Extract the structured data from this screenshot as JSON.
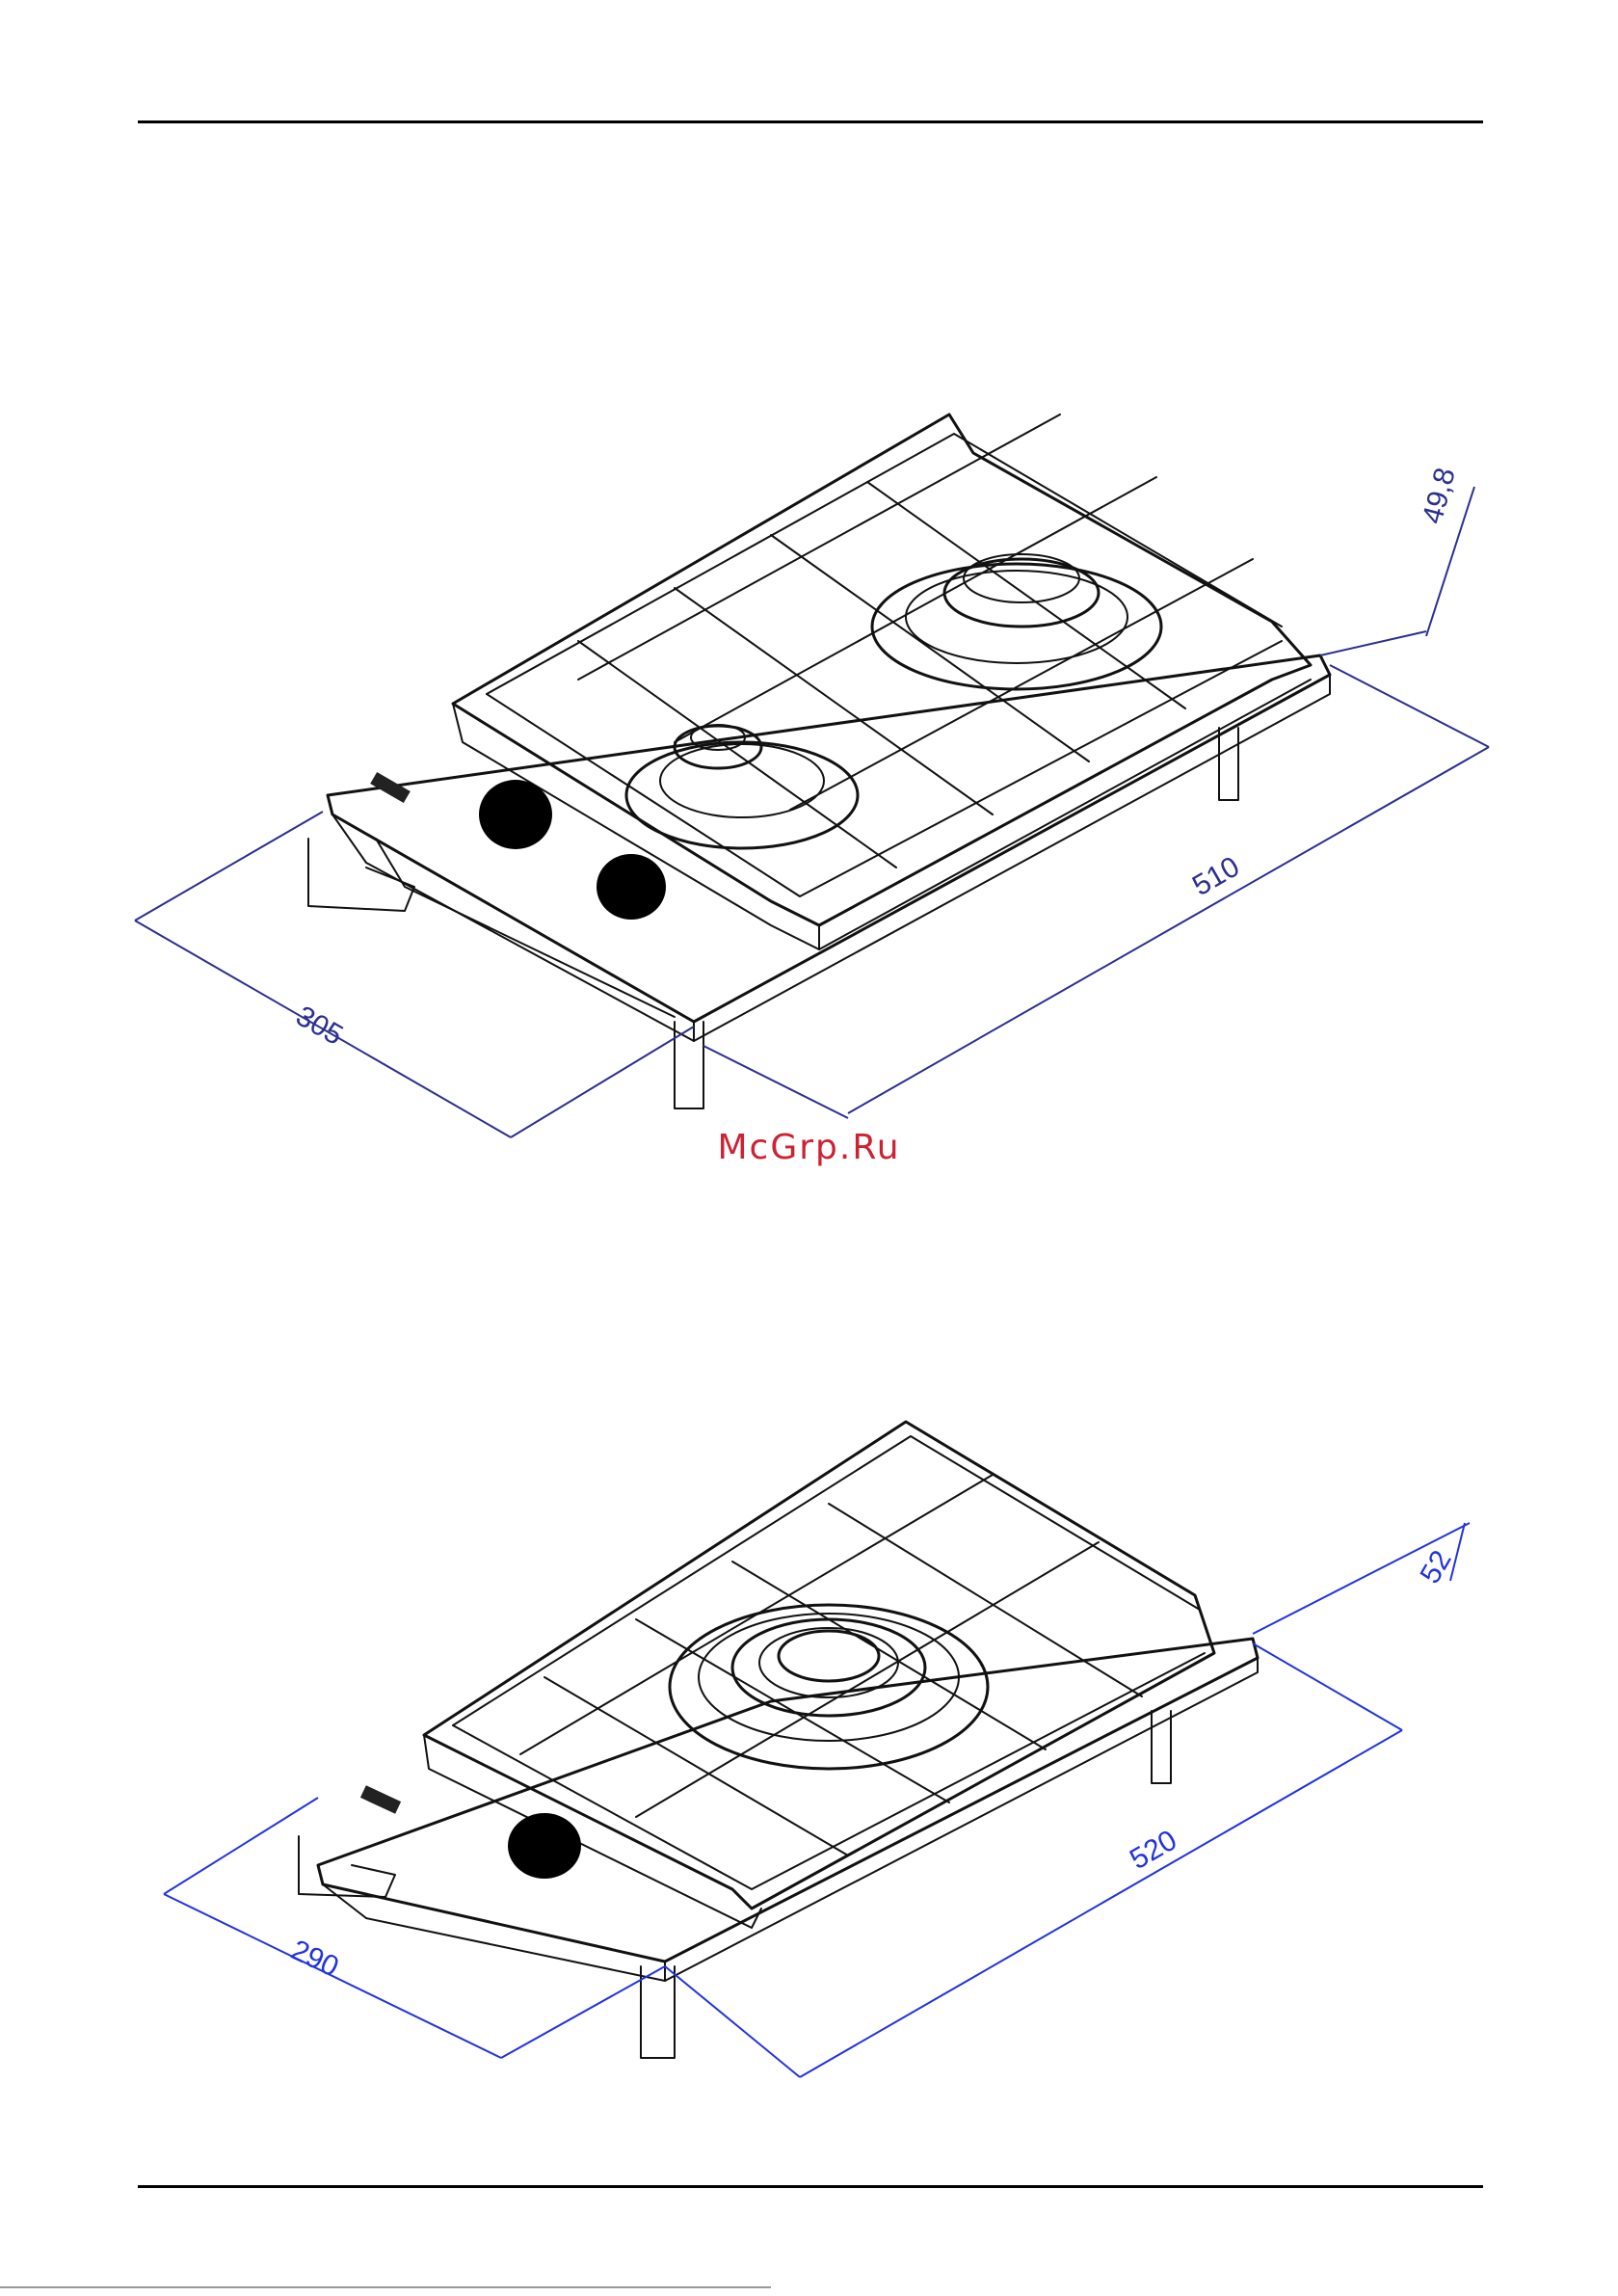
{
  "watermark": "McGrp.Ru",
  "colors": {
    "dimension": "#2b2f8f",
    "dimension_blue": "#2233dd",
    "watermark": "#cc2233",
    "line": "#111111"
  },
  "figure_top": {
    "width_dim": "305",
    "length_dim": "510",
    "height_dim": "49,8"
  },
  "figure_bottom": {
    "width_dim": "290",
    "length_dim": "520",
    "height_dim": "52"
  }
}
